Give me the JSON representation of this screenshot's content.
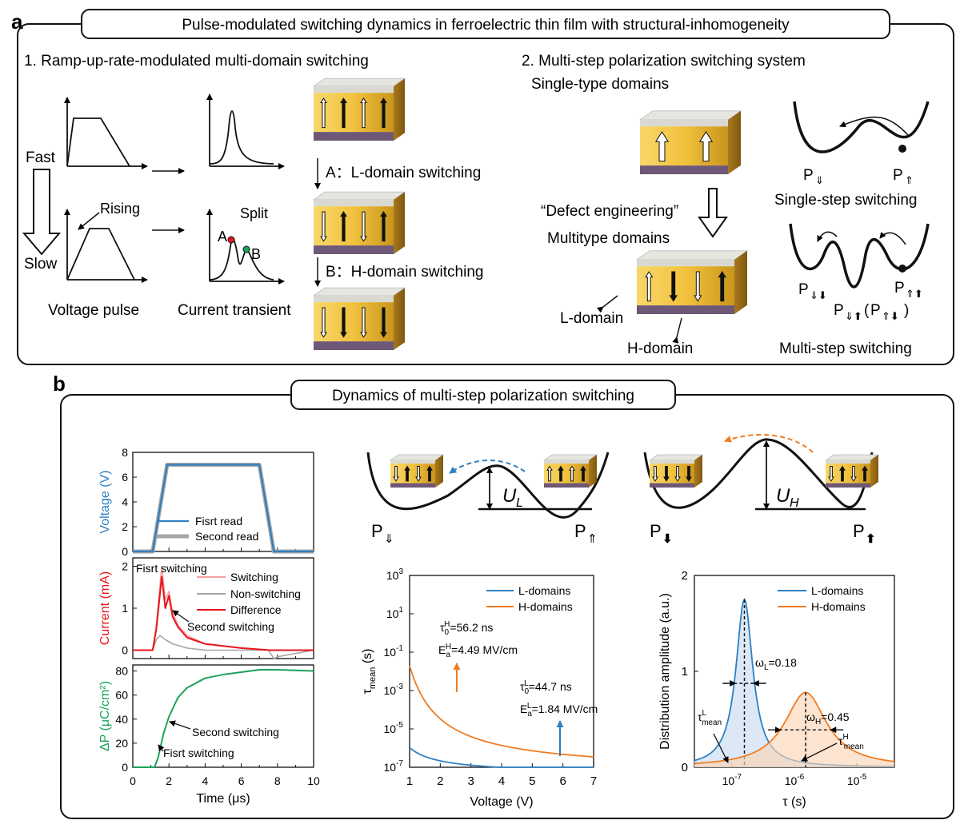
{
  "panel_a": {
    "label": "a",
    "title": "Pulse-modulated switching dynamics in ferroelectric thin film with structural-inhomogeneity",
    "section1": {
      "heading": "1. Ramp-up-rate-modulated multi-domain switching",
      "fast": "Fast",
      "slow": "Slow",
      "rising": "Rising",
      "split": "Split",
      "point_a": "A",
      "point_b": "B",
      "voltage_pulse": "Voltage pulse",
      "current_transient": "Current transient",
      "step_a": "A：L-domain switching",
      "step_b": "B：H-domain switching"
    },
    "section2": {
      "heading": "2. Multi-step polarization switching system",
      "single_type": "Single-type domains",
      "defect": "“Defect engineering”",
      "multitype": "Multitype domains",
      "l_domain": "L-domain",
      "h_domain": "H-domain",
      "single_step": "Single-step switching",
      "multi_step": "Multi-step switching",
      "p": "P",
      "paren_open": "(",
      "paren_close": ")"
    }
  },
  "panel_b": {
    "label": "b",
    "title": "Dynamics of multi-step polarization switching",
    "ul": "U",
    "ul_sub": "L",
    "uh": "U",
    "uh_sub": "H",
    "p": "P"
  },
  "colors": {
    "blue": "#2f7fc1",
    "orange": "#f07c22",
    "red": "#e8141c",
    "green": "#1aa35a",
    "gray": "#a6a6a6",
    "pink": "#f4a0a0"
  },
  "chart_data": [
    {
      "type": "line",
      "ylabel": "Voltage (V)",
      "ylim": [
        0,
        8
      ],
      "xlim": [
        0,
        10
      ],
      "yticks": [
        "0",
        "2",
        "4",
        "6",
        "8"
      ],
      "series": [
        {
          "name": "Fisrt read",
          "x": [
            0,
            1.1,
            1.9,
            7.0,
            7.8,
            10
          ],
          "y": [
            0,
            0,
            7,
            7,
            0,
            0
          ]
        },
        {
          "name": "Second read",
          "x": [
            0,
            1.1,
            1.9,
            7.0,
            7.8,
            10
          ],
          "y": [
            0,
            0,
            7,
            7,
            0,
            0
          ]
        }
      ]
    },
    {
      "type": "line",
      "ylabel": "Current (mA)",
      "ylim": [
        -0.2,
        2.2
      ],
      "xlim": [
        0,
        10
      ],
      "yticks": [
        "0",
        "1",
        "2"
      ],
      "annotations": [
        "Fisrt switching",
        "Second switching"
      ],
      "series": [
        {
          "name": "Switching",
          "x": [
            0,
            1.1,
            1.3,
            1.6,
            1.8,
            2.0,
            2.2,
            2.5,
            3,
            4,
            6,
            7.6,
            8,
            10
          ],
          "y": [
            0,
            0,
            0.6,
            2.0,
            1.2,
            1.4,
            0.9,
            0.6,
            0.35,
            0.15,
            0.05,
            0,
            0,
            0
          ]
        },
        {
          "name": "Non-switching",
          "x": [
            0,
            1.1,
            1.3,
            1.5,
            1.8,
            2.2,
            3,
            4,
            6,
            7.5,
            7.8,
            8.1,
            10
          ],
          "y": [
            0,
            0,
            0.25,
            0.35,
            0.25,
            0.15,
            0.05,
            0,
            0,
            0,
            -0.2,
            -0.15,
            0
          ]
        },
        {
          "name": "Difference",
          "x": [
            0,
            1.1,
            1.3,
            1.6,
            1.8,
            2.0,
            2.2,
            2.5,
            3,
            4,
            6,
            7.6,
            8,
            10
          ],
          "y": [
            0,
            0,
            0.5,
            1.75,
            1.0,
            1.3,
            0.8,
            0.55,
            0.3,
            0.15,
            0.05,
            0,
            0,
            0
          ]
        }
      ]
    },
    {
      "type": "line",
      "ylabel": "ΔP (μC/cm²)",
      "xlabel": "Time (μs)",
      "ylim": [
        0,
        85
      ],
      "xlim": [
        0,
        10
      ],
      "yticks": [
        "0",
        "20",
        "40",
        "60",
        "80"
      ],
      "xticks": [
        "0",
        "2",
        "4",
        "6",
        "8",
        "10"
      ],
      "annotations": [
        "Second switching",
        "Fisrt switching"
      ],
      "series": [
        {
          "name": "",
          "x": [
            0,
            1.2,
            1.4,
            1.7,
            2.0,
            2.5,
            3,
            4,
            5,
            6,
            7,
            8,
            10
          ],
          "y": [
            0,
            0,
            8,
            28,
            42,
            58,
            66,
            74,
            77,
            79,
            81,
            81,
            80
          ]
        }
      ]
    },
    {
      "type": "line",
      "xlabel": "Voltage (V)",
      "ylabel": "τ_mean (s)",
      "xlim": [
        1,
        7
      ],
      "ylim_log10": [
        -7,
        3
      ],
      "yscale": "log",
      "xticks": [
        "1",
        "2",
        "3",
        "4",
        "5",
        "6",
        "7"
      ],
      "yticks": [
        "10-7",
        "10-5",
        "10-3",
        "10-1",
        "101",
        "103"
      ],
      "annotations": [
        "τ0H=56.2 ns",
        "EaH=4.49 MV/cm",
        "τ0L=44.7 ns",
        "EaL=1.84 MV/cm"
      ],
      "series": [
        {
          "name": "L-domains",
          "tau0_ns": 44.7,
          "Ea_MV_cm": 1.84
        },
        {
          "name": "H-domains",
          "tau0_ns": 56.2,
          "Ea_MV_cm": 4.49
        }
      ]
    },
    {
      "type": "area",
      "xlabel": "τ (s)",
      "ylabel": "Distribution amplitude (a.u.)",
      "xscale": "log",
      "ylim": [
        0,
        2
      ],
      "yticks": [
        "0",
        "1",
        "2"
      ],
      "xticks": [
        "10-7",
        "10-6",
        "10-5"
      ],
      "annotations": [
        "ωL=0.18",
        "ωH=0.45",
        "τmeanL",
        "τmeanH"
      ],
      "series": [
        {
          "name": "L-domains",
          "center_log10": -6.8,
          "peak": 1.75,
          "omega": 0.18
        },
        {
          "name": "H-domains",
          "center_log10": -5.82,
          "peak": 0.78,
          "omega": 0.45
        }
      ]
    }
  ]
}
